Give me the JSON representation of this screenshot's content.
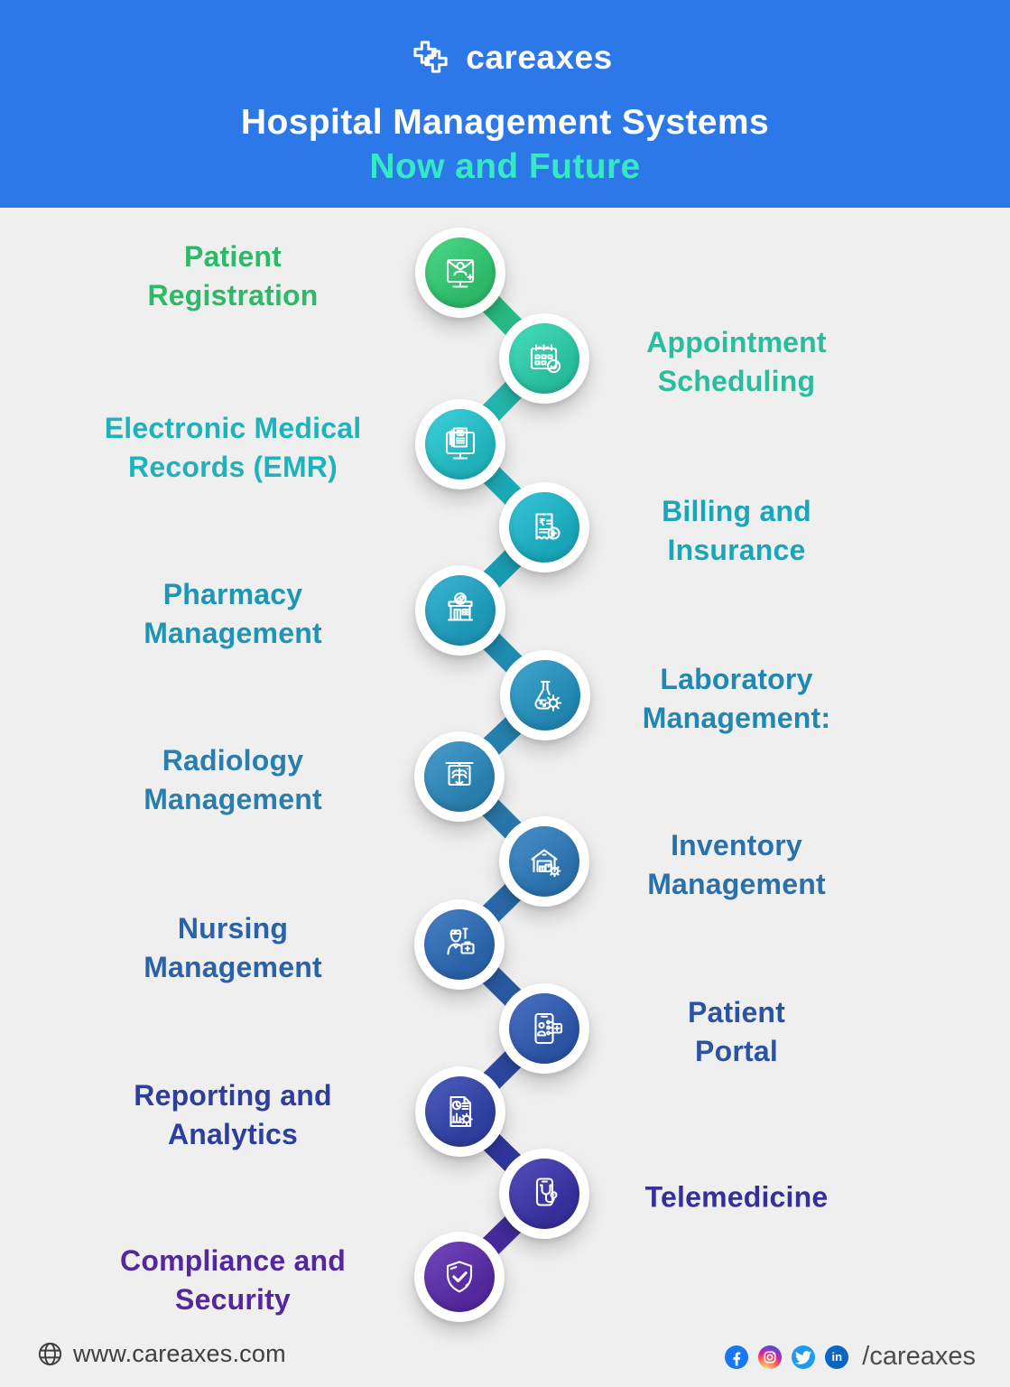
{
  "header": {
    "brand": "careaxes",
    "title": "Hospital Management Systems",
    "subtitle": "Now and Future",
    "bg_color": "#2d78e9",
    "title_color": "#ffffff",
    "subtitle_color": "#35e9c6"
  },
  "timeline": {
    "items": [
      {
        "label": "Patient Registration",
        "lines": [
          "Patient",
          "Registration"
        ],
        "side": "left",
        "icon": "patient-registration-icon",
        "color": "#2db968"
      },
      {
        "label": "Appointment Scheduling",
        "lines": [
          "Appointment",
          "Scheduling"
        ],
        "side": "right",
        "icon": "appointment-calendar-icon",
        "color": "#27bd9d"
      },
      {
        "label": "Electronic Medical Records (EMR)",
        "lines": [
          "Electronic Medical",
          "Records (EMR)"
        ],
        "side": "left",
        "icon": "emr-monitor-icon",
        "color": "#1fb2ba"
      },
      {
        "label": "Billing and Insurance",
        "lines": [
          "Billing and",
          "Insurance"
        ],
        "side": "right",
        "icon": "billing-receipt-icon",
        "color": "#19a6b9"
      },
      {
        "label": "Pharmacy Management",
        "lines": [
          "Pharmacy",
          "Management"
        ],
        "side": "left",
        "icon": "pharmacy-store-icon",
        "color": "#1d95b4"
      },
      {
        "label": "Laboratory Management:",
        "lines": [
          "Laboratory",
          "Management:"
        ],
        "side": "right",
        "icon": "laboratory-flask-icon",
        "color": "#2287b0"
      },
      {
        "label": "Radiology Management",
        "lines": [
          "Radiology",
          "Management"
        ],
        "side": "left",
        "icon": "radiology-xray-icon",
        "color": "#2a7ead"
      },
      {
        "label": "Inventory Management",
        "lines": [
          "Inventory",
          "Management"
        ],
        "side": "right",
        "icon": "inventory-warehouse-icon",
        "color": "#2a70ab"
      },
      {
        "label": "Nursing Management",
        "lines": [
          "Nursing",
          "Management"
        ],
        "side": "left",
        "icon": "nursing-nurse-icon",
        "color": "#2a62a8"
      },
      {
        "label": "Patient Portal",
        "lines": [
          "Patient",
          "Portal"
        ],
        "side": "right",
        "icon": "patient-portal-icon",
        "color": "#2b53a3"
      },
      {
        "label": "Reporting and Analytics",
        "lines": [
          "Reporting and",
          "Analytics"
        ],
        "side": "left",
        "icon": "reporting-analytics-icon",
        "color": "#2e3e9d"
      },
      {
        "label": "Telemedicine",
        "lines": [
          "Telemedicine"
        ],
        "side": "right",
        "icon": "telemedicine-phone-icon",
        "color": "#352f9b"
      },
      {
        "label": "Compliance and Security",
        "lines": [
          "Compliance and",
          "Security"
        ],
        "side": "left",
        "icon": "compliance-shield-icon",
        "color": "#53289d"
      }
    ]
  },
  "footer": {
    "website": "www.careaxes.com",
    "social_handle": "/careaxes",
    "social_icons": [
      "facebook-icon",
      "instagram-icon",
      "twitter-icon",
      "linkedin-icon"
    ]
  }
}
